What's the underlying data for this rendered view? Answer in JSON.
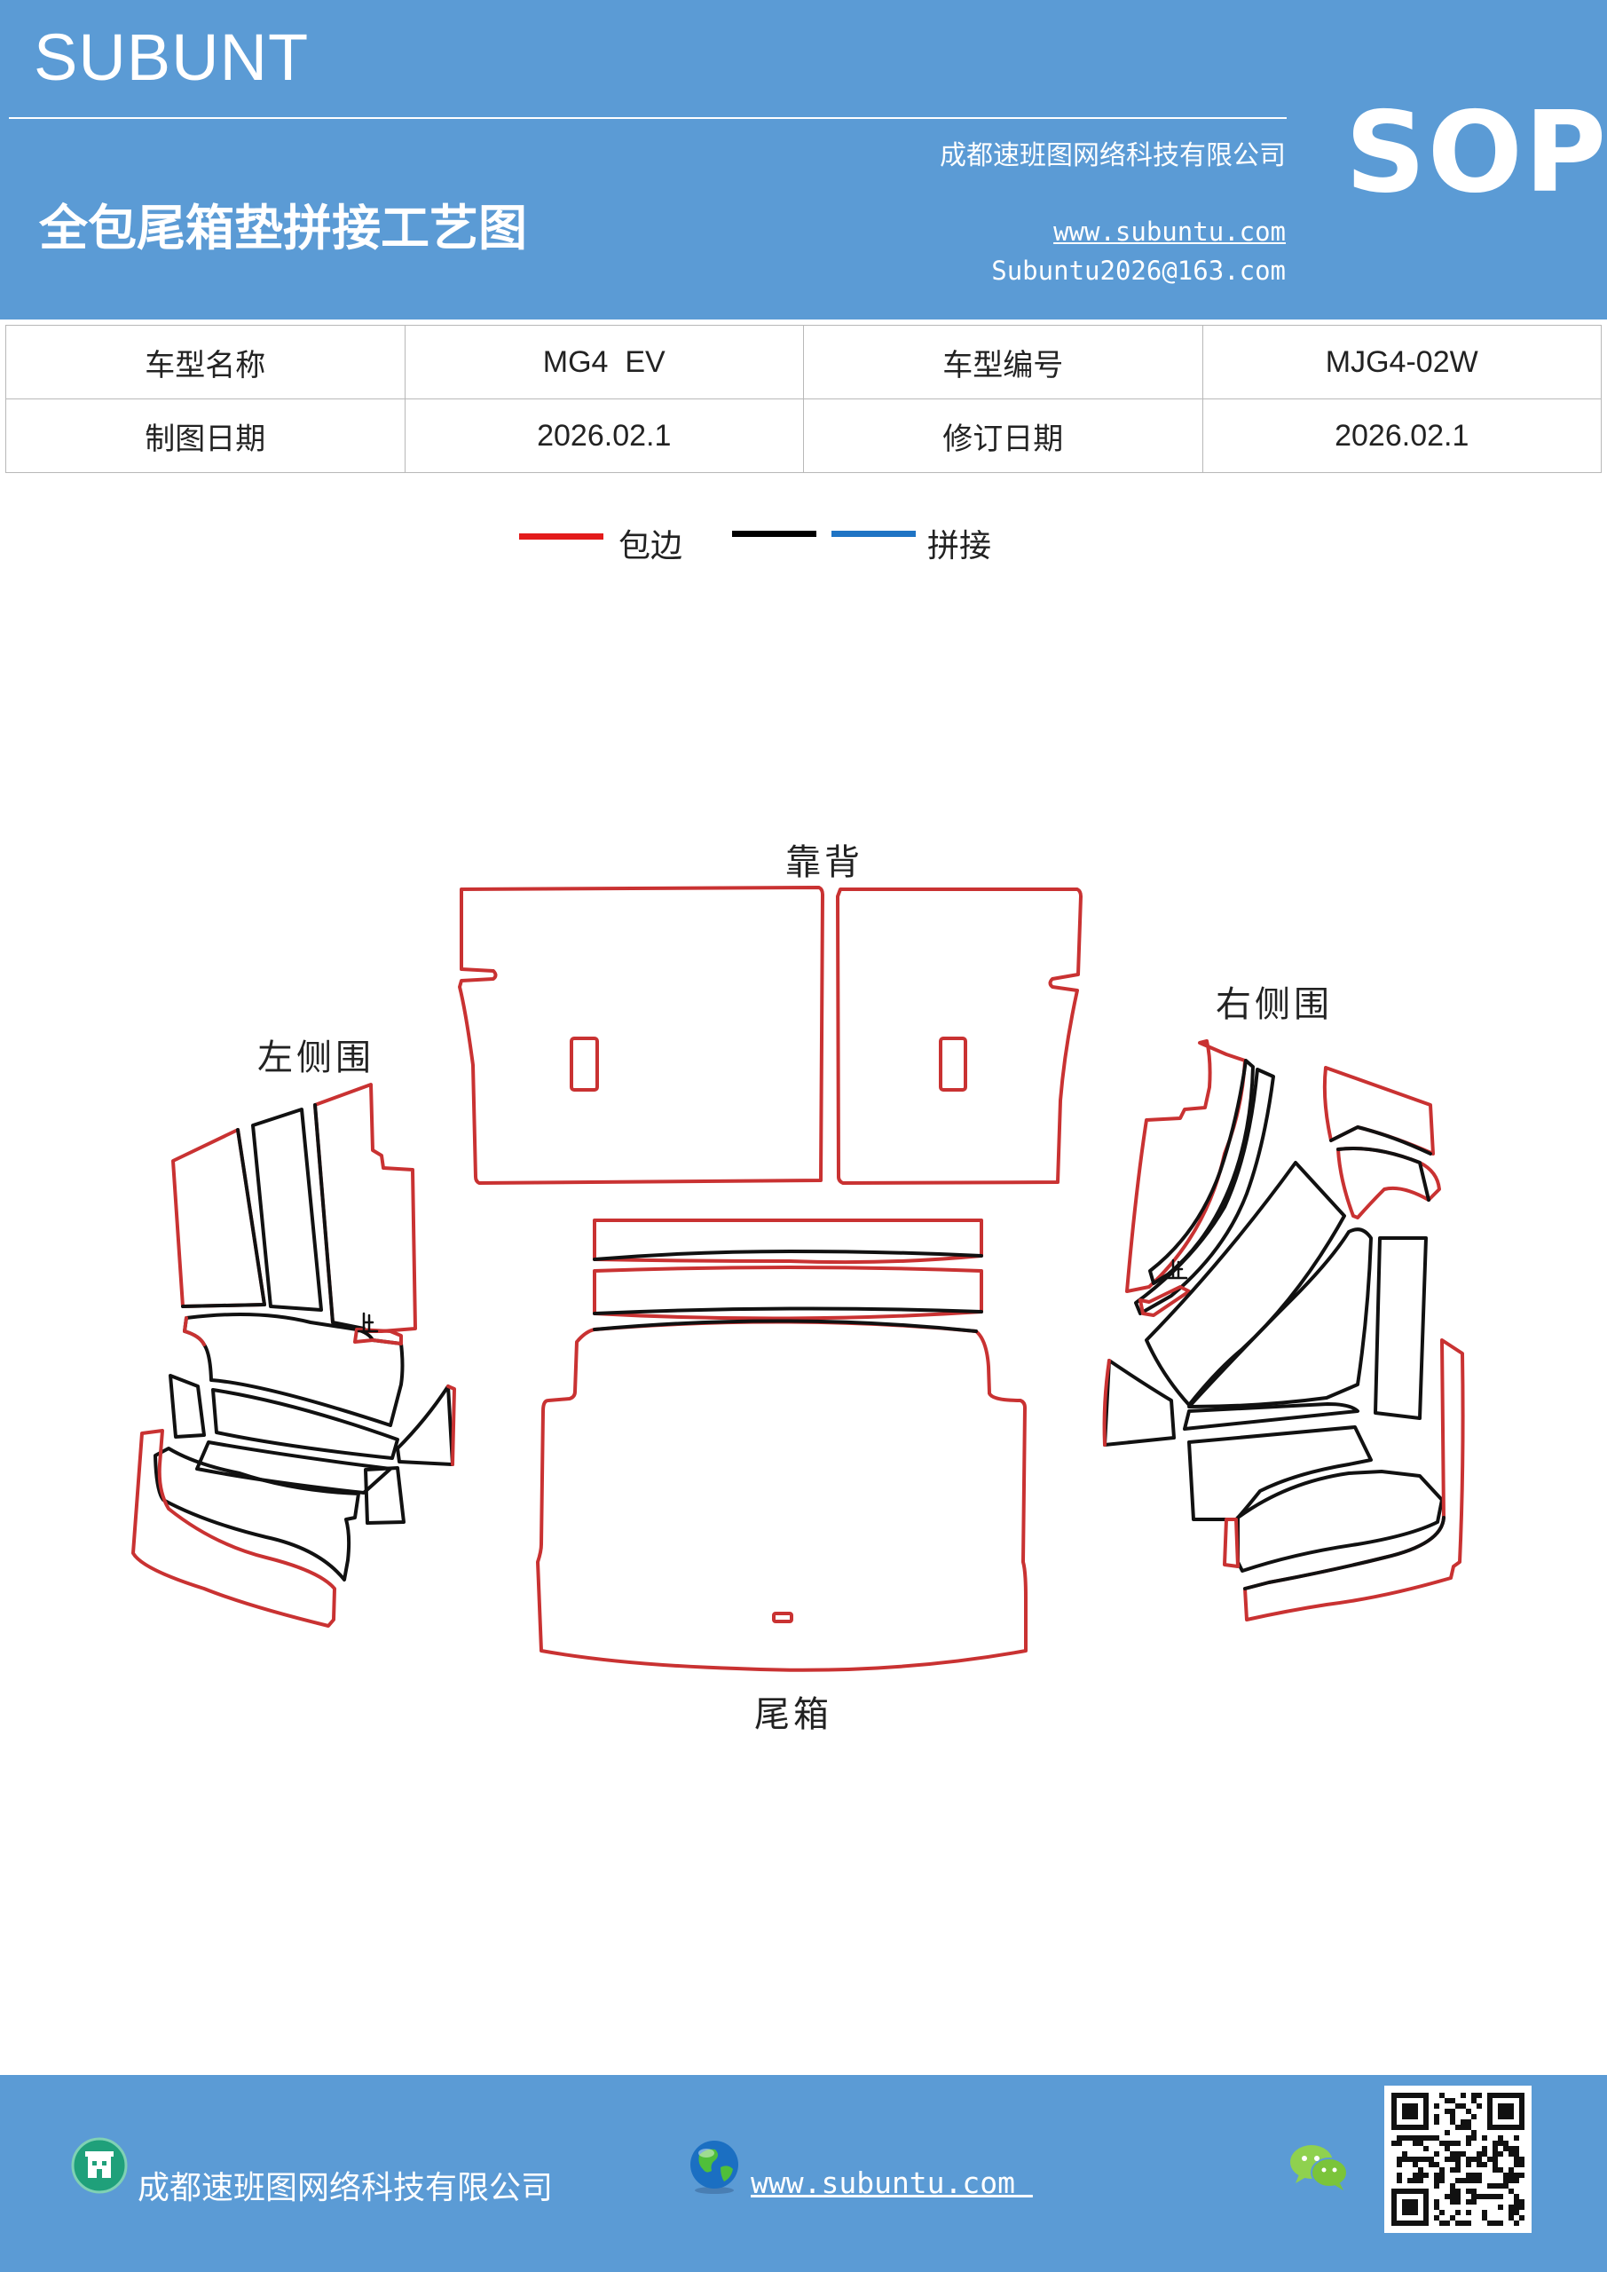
{
  "header": {
    "brand": "SUBUNT",
    "title": "全包尾箱垫拼接工艺图",
    "company": "成都速班图网络科技有限公司",
    "website": "www.subuntu.com",
    "email": "Subuntu2026@163.com",
    "badge": "SOP",
    "background_color": "#5b9bd5"
  },
  "info_table": {
    "rows": [
      [
        "车型名称",
        "MG4  EV",
        "车型编号",
        "MJG4-02W"
      ],
      [
        "制图日期",
        "2026.02.1",
        "修订日期",
        "2026.02.1"
      ]
    ]
  },
  "legend": {
    "items": [
      {
        "label": "包边",
        "colors": [
          "#e31b1b"
        ]
      },
      {
        "label": "拼接",
        "colors": [
          "#000000",
          "#1f74c4"
        ]
      }
    ]
  },
  "diagram": {
    "labels": {
      "backrest": "靠背",
      "left_side": "左侧围",
      "right_side": "右侧围",
      "trunk": "尾箱",
      "stop_mark": "止"
    },
    "colors": {
      "edge_binding": "#c93232",
      "seam": "#111111"
    }
  },
  "footer": {
    "company": "成都速班图网络科技有限公司",
    "website": "www.subuntu.com ",
    "icons": [
      "building-icon",
      "globe-icon",
      "wechat-icon",
      "qr-code"
    ]
  }
}
